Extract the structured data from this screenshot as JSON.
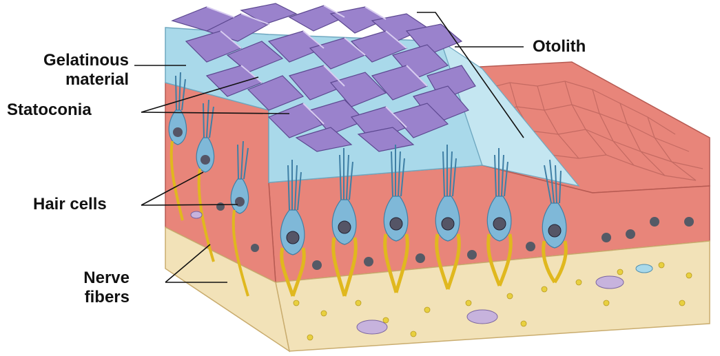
{
  "labels": {
    "gelatinous_line1": "Gelatinous",
    "gelatinous_line2": "material",
    "statoconia": "Statoconia",
    "hair_cells": "Hair cells",
    "nerve_line1": "Nerve",
    "nerve_line2": "fibers",
    "otolith": "Otolith"
  },
  "colors": {
    "crystal": "#9a82cc",
    "gel": "#a9d9ea",
    "epithelium": "#e8857a",
    "hair_cell": "#7fb8d8",
    "nerve": "#f3d23a",
    "connective": "#f2e2b8"
  }
}
